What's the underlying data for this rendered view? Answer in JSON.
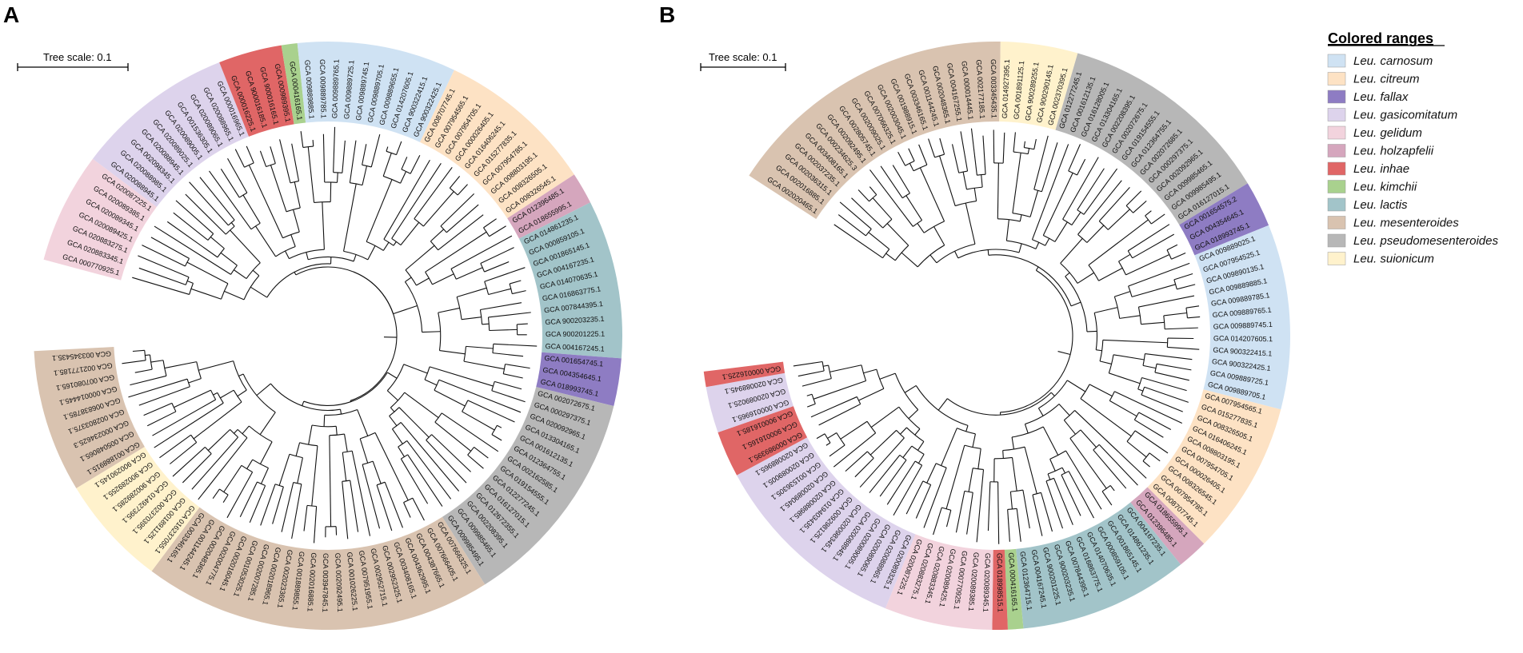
{
  "panels": [
    {
      "letter": "A",
      "scale_label": "Tree scale: 0.1"
    },
    {
      "letter": "B",
      "scale_label": "Tree scale: 0.1"
    }
  ],
  "legend": {
    "title": "Colored ranges",
    "items": [
      {
        "label": "Leu. carnosum",
        "color": "#cfe2f3"
      },
      {
        "label": "Leu. citreum",
        "color": "#fde2c4"
      },
      {
        "label": "Leu. fallax",
        "color": "#8e7cc3"
      },
      {
        "label": "Leu. gasicomitatum",
        "color": "#ddd3ec"
      },
      {
        "label": "Leu. gelidum",
        "color": "#f2d3dd"
      },
      {
        "label": "Leu. holzapfelii",
        "color": "#d5a6bd"
      },
      {
        "label": "Leu. inhae",
        "color": "#e06666"
      },
      {
        "label": "Leu. kimchii",
        "color": "#a9d18e"
      },
      {
        "label": "Leu. lactis",
        "color": "#a2c4c9"
      },
      {
        "label": "Leu. mesenteroides",
        "color": "#d9c3b0"
      },
      {
        "label": "Leu. pseudomesenteroides",
        "color": "#b7b7b7"
      },
      {
        "label": "Leu. suionicum",
        "color": "#fff2cc"
      }
    ]
  },
  "tree_a": {
    "clades": [
      {
        "species": "Leu. gelidum",
        "color": "#f2d3dd",
        "leaves": [
          "GCA 000770925.1",
          "GCA 020883345.1",
          "GCA 020883275.1",
          "GCA 020089425.1",
          "GCA 020089345.1",
          "GCA 020089385.1",
          "GCA 020087225.1"
        ]
      },
      {
        "species": "Leu. gasicomitatum",
        "color": "#ddd3ec",
        "leaves": [
          "GCA 020088945.1",
          "GCA 020088985.1",
          "GCA 002098345.1",
          "GCA 020088945.1",
          "GCA 020089025.1",
          "GCA 020089005.1",
          "GCA 001536305.1",
          "GCA 020089065.1",
          "GCA 020088965.1",
          "GCA 000016965.1"
        ]
      },
      {
        "species": "Leu. inhae",
        "color": "#e06666",
        "leaves": [
          "GCA 000016225.1",
          "GCA 900016185.1",
          "GCA 900016165.1",
          "GCA 000989395.1"
        ]
      },
      {
        "species": "Leu. kimchii",
        "color": "#a9d18e",
        "leaves": [
          "GCA 000416165.1"
        ]
      },
      {
        "species": "Leu. carnosum",
        "color": "#cfe2f3",
        "leaves": [
          "GCA 009889885.1",
          "GCA 009889785.1",
          "GCA 009889765.1",
          "GCA 009889725.1",
          "GCA 009889745.1",
          "GCA 009889705.1",
          "GCA 009889655.1",
          "GCA 014207605.1",
          "GCA 900322415.1",
          "GCA 900322425.1"
        ]
      },
      {
        "species": "Leu. citreum",
        "color": "#fde2c4",
        "leaves": [
          "GCA 008707745.1",
          "GCA 007954565.1",
          "GCA 007954705.1",
          "GCA 000026405.1",
          "GCA 016406245.1",
          "GCA 015277835.1",
          "GCA 007954785.1",
          "GCA 008803195.1",
          "GCA 008326505.1",
          "GCA 008326545.1"
        ]
      },
      {
        "species": "Leu. holzapfelii",
        "color": "#d5a6bd",
        "leaves": [
          "GCA 012396485.1",
          "GCA 018655995.1"
        ]
      },
      {
        "species": "Leu. lactis",
        "color": "#a2c4c9",
        "leaves": [
          "GCA 014861235.1",
          "GCA 000859105.1",
          "GCA 001865145.1",
          "GCA 004167235.1",
          "GCA 014070635.1",
          "GCA 016863775.1",
          "GCA 007844395.1",
          "GCA 900203235.1",
          "GCA 900201225.1",
          "GCA 004167245.1"
        ]
      },
      {
        "species": "Leu. fallax",
        "color": "#8e7cc3",
        "leaves": [
          "GCA 001654745.1",
          "GCA 004354645.1",
          "GCA 018993745.1"
        ]
      },
      {
        "species": "Leu. pseudomesenteroides",
        "color": "#b7b7b7",
        "leaves": [
          "GCA 002072675.1",
          "GCA 000297375.1",
          "GCA 020092965.1",
          "GCA 013304165.1",
          "GCA 001612135.1",
          "GCA 012364755.1",
          "GCA 002162585.1",
          "GCA 019154555.1",
          "GCA 012277245.1",
          "GCA 016127015.1",
          "GCA 012672355.1",
          "GCA 002208395.1",
          "GCA 009985465.1",
          "GCA 009985495.1"
        ]
      },
      {
        "species": "Leu. mesenteroides",
        "color": "#d9c3b0",
        "leaves": [
          "GCA 007666325.1",
          "GCA 007666405.1",
          "GCA 004387665.1",
          "GCA 004362995.1",
          "GCA 003408165.1",
          "GCA 002952325.1",
          "GCA 002952715.1",
          "GCA 007951955.1",
          "GCA 001026225.1",
          "GCA 002092495.1",
          "GCA 003947845.1",
          "GCA 002016885.1",
          "GCA 001889855.1",
          "GCA 002023365.1",
          "GCA 002018965.1",
          "GCA 002007285.1",
          "GCA 001053025.1",
          "GCA 002016045.1",
          "GCA 002004775.1",
          "GCA 002048365.1",
          "GCA 001144245.1",
          "GCA 003346165.1"
        ]
      },
      {
        "species": "Leu. suionicum",
        "color": "#fff2cc",
        "leaves": [
          "GCA 016237055.1",
          "GCA 001891125.1",
          "GCA 002370395.1",
          "GCA 014927395.1",
          "GCA 900289285.1",
          "GCA 900289255.1",
          "GCA 900290145.1"
        ]
      },
      {
        "species": "Leu. mesenteroides",
        "color": "#d9c3b0",
        "leaves": [
          "GCA 001888915.1",
          "GCA 005048065.1",
          "GCA 000234625.3",
          "GCA 002803375.1",
          "GCA 006838785.1",
          "GCA 000014445.1",
          "GCA 007080165.1",
          "GCA 002177185.1",
          "GCA 003345435.1"
        ]
      }
    ]
  },
  "tree_b": {
    "clades": [
      {
        "species": "Leu. mesenteroides",
        "color": "#d9c3b0",
        "leaves": [
          "GCA 002020465.1",
          "GCA 002016885.1",
          "GCA 002036315.1",
          "GCA 002037235.1",
          "GCA 003408165.1",
          "GCA 000234625.3",
          "GCA 002092495.1",
          "GCA 002805745.1",
          "GCA 002009025.1",
          "GCA 007066325.1",
          "GCA 002003045.1",
          "GCA 001988915.1",
          "GCA 003346165.1",
          "GCA 001144245.1",
          "GCA 002048365.1",
          "GCA 004167255.1",
          "GCA 000014445.1",
          "GCA 002177185.1",
          "GCA 003345435.1"
        ]
      },
      {
        "species": "Leu. suionicum",
        "color": "#fff2cc",
        "leaves": [
          "GCA 014927395.1",
          "GCA 001891125.1",
          "GCA 900289255.1",
          "GCA 900290145.1",
          "GCA 002370395.1"
        ]
      },
      {
        "species": "Leu. pseudomesenteroides",
        "color": "#b7b7b7",
        "leaves": [
          "GCA 012277245.1",
          "GCA 001612135.1",
          "GCA 016128005.1",
          "GCA 013304165.1",
          "GCA 002208395.1",
          "GCA 002072675.1",
          "GCA 019154555.1",
          "GCA 012364755.1",
          "GCA 002072685.1",
          "GCA 000297375.1",
          "GCA 002092965.1",
          "GCA 009985465.1",
          "GCA 009985495.1",
          "GCA 016127015.1"
        ]
      },
      {
        "species": "Leu. fallax",
        "color": "#8e7cc3",
        "leaves": [
          "GCA 001654575.2",
          "GCA 004354645.1",
          "GCA 018993745.1"
        ]
      },
      {
        "species": "Leu. carnosum",
        "color": "#cfe2f3",
        "leaves": [
          "GCA 009889025.1",
          "GCA 007954525.1",
          "GCA 009890135.1",
          "GCA 009889885.1",
          "GCA 009889785.1",
          "GCA 009889765.1",
          "GCA 009889745.1",
          "GCA 014207605.1",
          "GCA 900322415.1",
          "GCA 900322425.1",
          "GCA 009889725.1",
          "GCA 009889705.1"
        ]
      },
      {
        "species": "Leu. citreum",
        "color": "#fde2c4",
        "leaves": [
          "GCA 007954565.1",
          "GCA 015277835.1",
          "GCA 008326505.1",
          "GCA 016406245.1",
          "GCA 008803195.1",
          "GCA 007954705.1",
          "GCA 000026405.1",
          "GCA 008326545.1",
          "GCA 007954785.1",
          "GCA 008707745.1"
        ]
      },
      {
        "species": "Leu. holzapfelii",
        "color": "#d5a6bd",
        "leaves": [
          "GCA 018655995.1",
          "GCA 012396485.1"
        ]
      },
      {
        "species": "Leu. lactis",
        "color": "#a2c4c9",
        "leaves": [
          "GCA 004167235.1",
          "GCA 014861235.1",
          "GCA 001865145.1",
          "GCA 000859105.1",
          "GCA 014070635.1",
          "GCA 016863775.1",
          "GCA 007844395.1",
          "GCA 900203235.1",
          "GCA 900201225.1",
          "GCA 004167245.1",
          "GCA 012364715.1"
        ]
      },
      {
        "species": "Leu. kimchii",
        "color": "#a9d18e",
        "leaves": [
          "GCA 000416165.1"
        ]
      },
      {
        "species": "Leu. inhae",
        "color": "#e06666",
        "leaves": [
          "GCA 018998515.1"
        ]
      },
      {
        "species": "Leu. gelidum",
        "color": "#f2d3dd",
        "leaves": [
          "GCA 020089345.1",
          "GCA 020089385.1",
          "GCA 000770925.1",
          "GCA 020089425.1",
          "GCA 020883345.1",
          "GCA 020883275.1",
          "GCA 020087225.1"
        ]
      },
      {
        "species": "Leu. gasicomitatum",
        "color": "#ddd3ec",
        "leaves": [
          "GCA 020089325.1",
          "GCA 020088965.1",
          "GCA 020089065.1",
          "GCA 020089005.1",
          "GCA 020088945.1",
          "GCA 020098345.1",
          "GCA 009298125.1",
          "GCA 019403435.1",
          "GCA 020088985.1",
          "GCA 020089045.1",
          "GCA 001536305.1",
          "GCA 020089005.1",
          "GCA 020088965.1"
        ]
      },
      {
        "species": "Leu. inhae",
        "color": "#e06666",
        "leaves": [
          "GCA 000989395.1",
          "GCA 900016165.1",
          "GCA 900016185.1"
        ]
      },
      {
        "species": "Leu. gasicomitatum",
        "color": "#ddd3ec",
        "leaves": [
          "GCA 000016965.1",
          "GCA 020089025.1",
          "GCA 020088945.1"
        ]
      },
      {
        "species": "Leu. inhae",
        "color": "#e06666",
        "leaves": [
          "GCA 000016225.1"
        ]
      }
    ]
  }
}
